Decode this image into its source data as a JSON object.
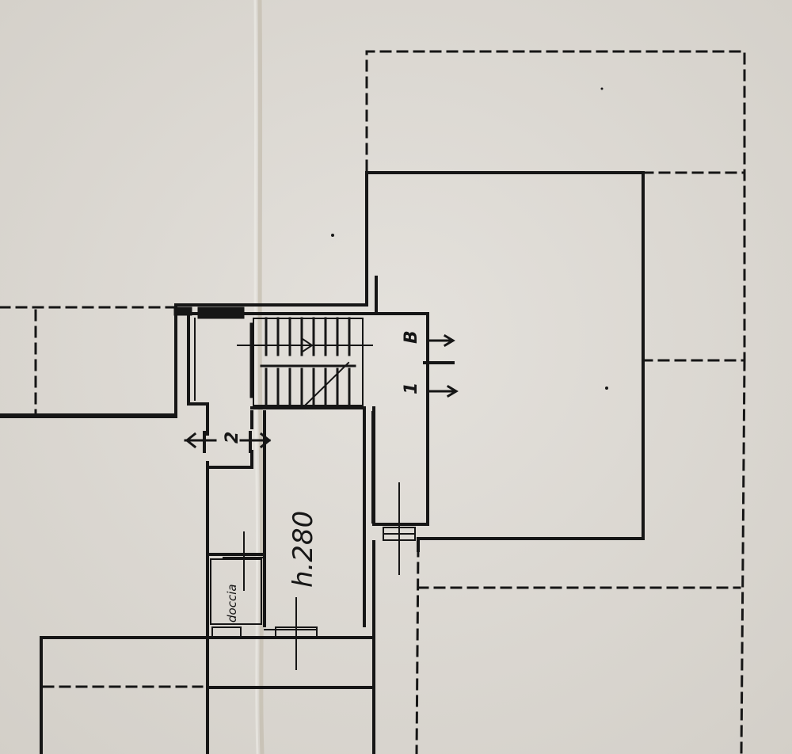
{
  "plan": {
    "height_note": "h.280",
    "shower_label": "doccia",
    "marker_b": "B",
    "marker_2": "2",
    "marker_1": "1"
  },
  "colors": {
    "paper": "#d9d6d0",
    "paper_light": "#e3e0db",
    "ink": "#161616",
    "fold": "#c9c2b6"
  }
}
